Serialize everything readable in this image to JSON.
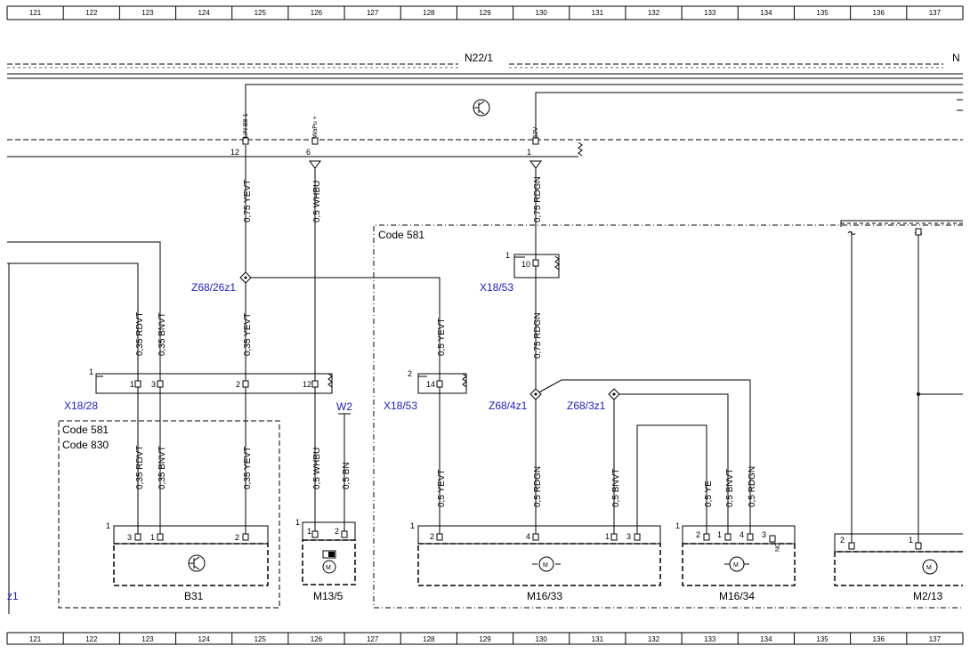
{
  "ruler": {
    "columns": [
      "121",
      "122",
      "123",
      "124",
      "125",
      "126",
      "127",
      "128",
      "129",
      "130",
      "131",
      "132",
      "133",
      "134",
      "135",
      "136",
      "137"
    ]
  },
  "control_unit": {
    "name": "N22/1",
    "name_partial": "N"
  },
  "ecu_pins": {
    "p12": {
      "num": "12",
      "label": "LIN B8-1"
    },
    "p6": {
      "num": "6",
      "label": "WaPu +"
    },
    "p1": {
      "num": "1",
      "label": "12V"
    }
  },
  "wires": {
    "w1": "0,75 YEVT",
    "w2": "0,5 WHBU",
    "w3": "0,75 RDGN",
    "w4": "0,35 RDVT",
    "w5": "0,35 BNVT",
    "w6": "0,35 YEVT",
    "w7": "0,5 YEVT",
    "w8": "0,75 RDGN",
    "w9": "0,35 RDVT",
    "w10": "0,35 BNVT",
    "w11": "0,35 YEVT",
    "w12": "0,5 WHBU",
    "w13": "0,5 BN",
    "w14": "0,5 YEVT",
    "w15": "0,5 RDGN",
    "w16": "0,5 BNVT",
    "w17": "0,5 YE",
    "w18": "0,5 BNVT",
    "w19": "0,5 RDGN"
  },
  "splices": {
    "s1": "Z68/26z1",
    "s2": "Z68/4z1",
    "s3": "Z68/3z1"
  },
  "connectors": {
    "x18_28": {
      "name": "X18/28",
      "index": "1",
      "pins": [
        "1",
        "3",
        "2",
        "12"
      ]
    },
    "x18_53a": {
      "name": "X18/53",
      "index": "1",
      "pin": "10"
    },
    "x18_53b": {
      "name": "X18/53",
      "index": "2",
      "pin": "14"
    },
    "w2": {
      "name": "W2"
    }
  },
  "codes": {
    "c581": "Code 581",
    "c581b": "Code 581",
    "c830": "Code 830"
  },
  "components": {
    "b31": {
      "name": "B31",
      "index": "1",
      "pins": [
        "3",
        "1",
        "2"
      ]
    },
    "m13_5": {
      "name": "M13/5",
      "index": "1",
      "pins": [
        "1",
        "2"
      ]
    },
    "m16_33": {
      "name": "M16/33",
      "index": "1",
      "pins": [
        "2",
        "4",
        "1",
        "3"
      ]
    },
    "m16_34": {
      "name": "M16/34",
      "index": "1",
      "pins": [
        "2",
        "1",
        "4",
        "3"
      ],
      "nc": "NC"
    },
    "m2_13": {
      "name": "M2/13",
      "pins": [
        "2",
        "1"
      ]
    }
  },
  "edge_text": "z1"
}
